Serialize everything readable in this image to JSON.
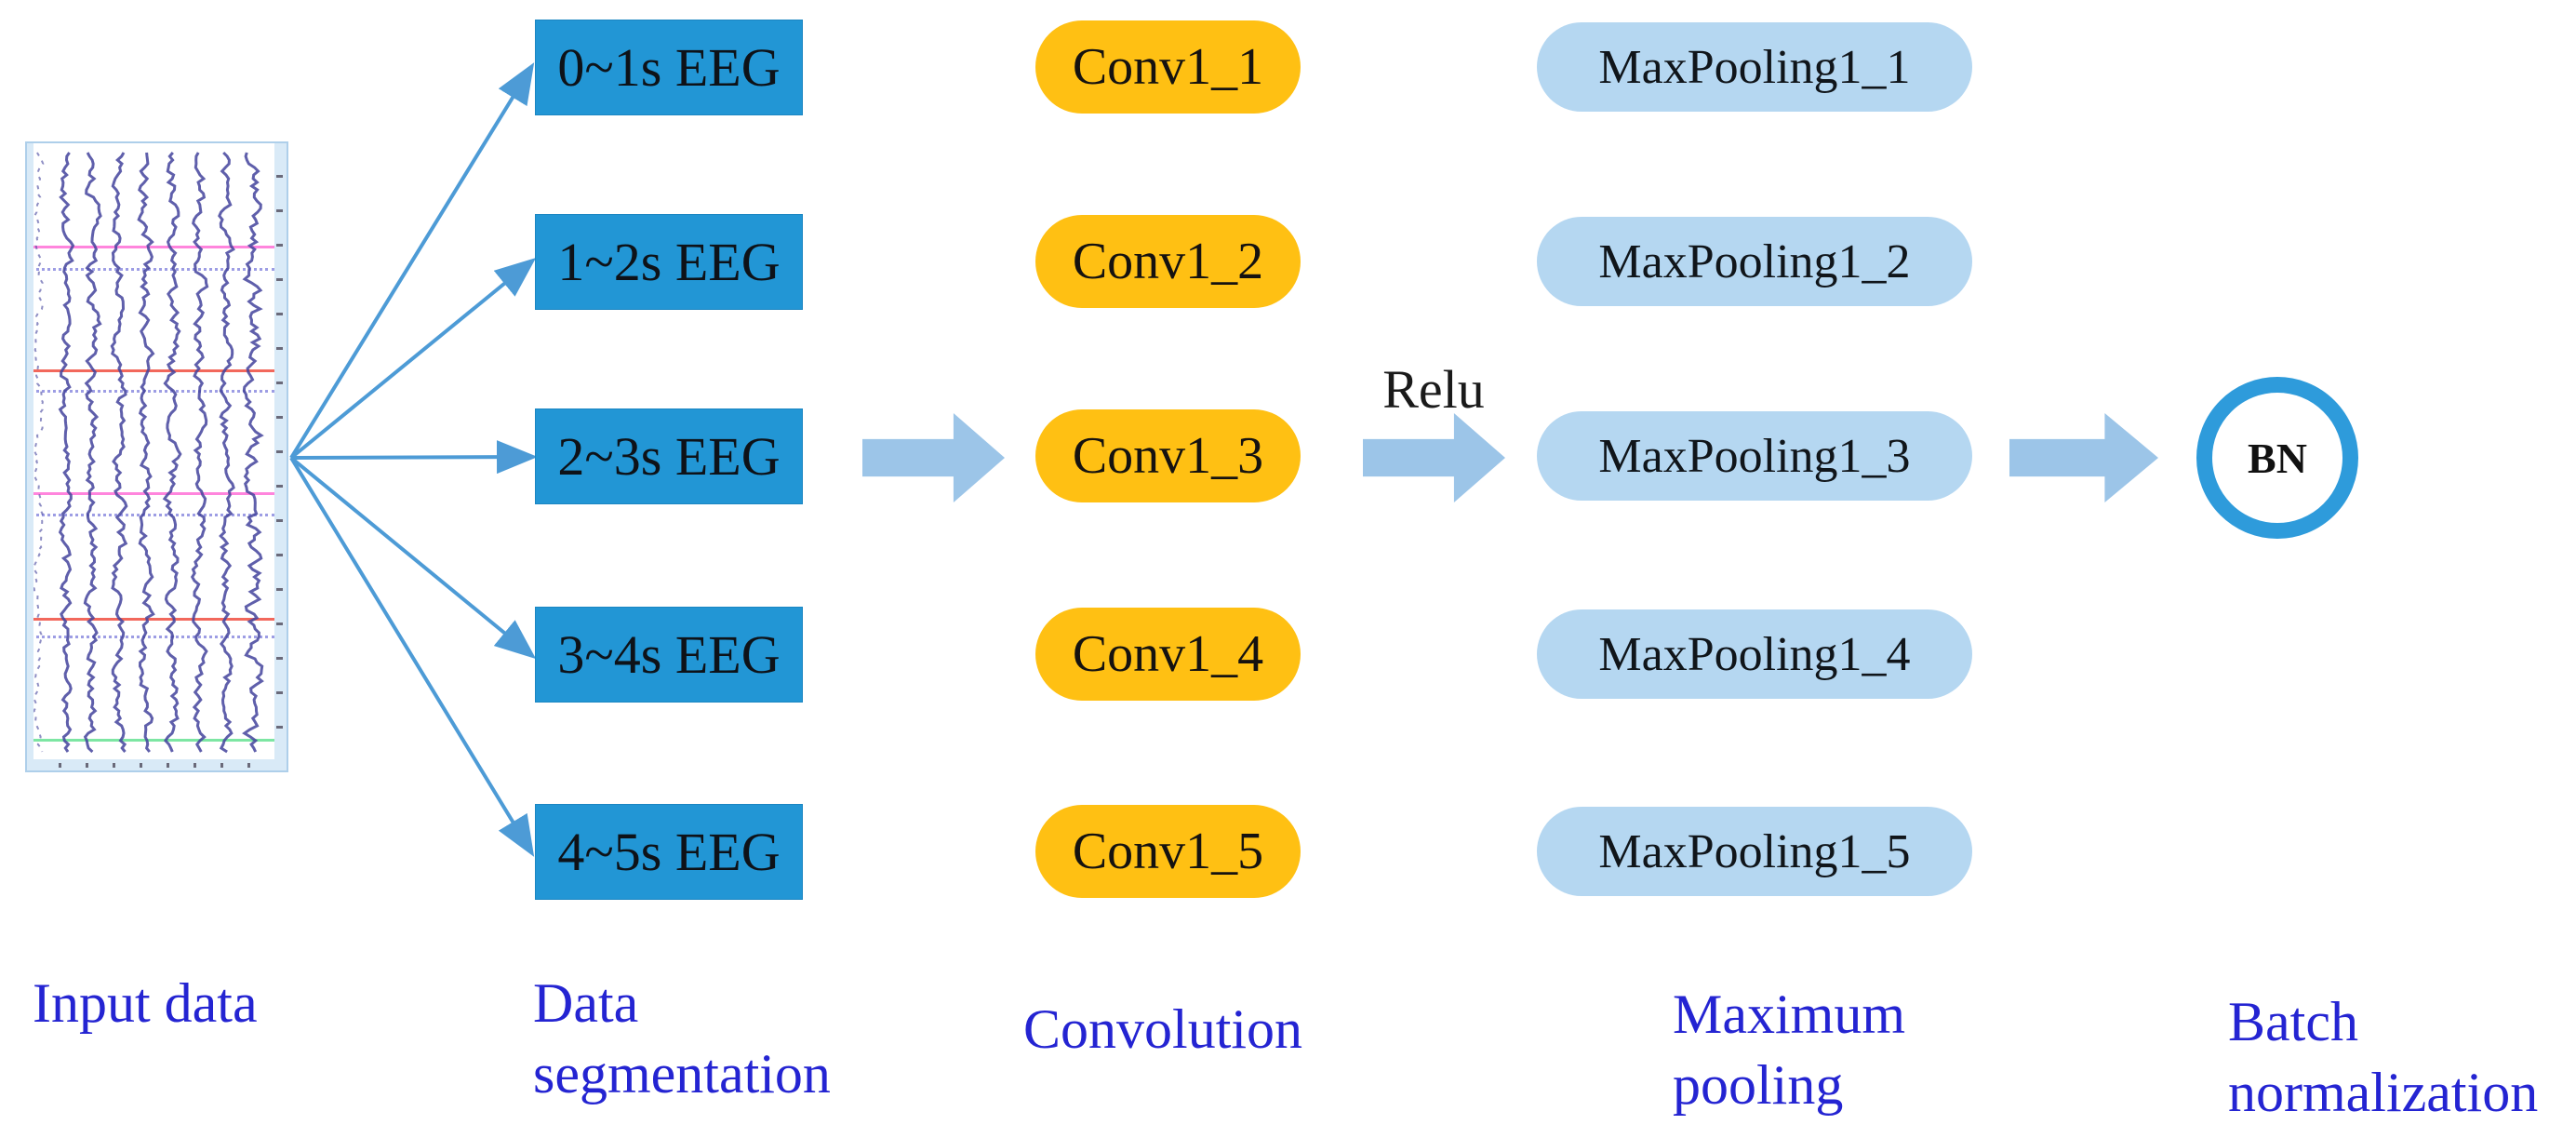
{
  "stage_labels": {
    "input": "Input data",
    "segmentation_line1": "Data",
    "segmentation_line2": "segmentation",
    "convolution": "Convolution",
    "pooling_line1": "Maximum",
    "pooling_line2": "pooling",
    "batchnorm_line1": "Batch",
    "batchnorm_line2": "normalization"
  },
  "segmentation": {
    "boxes": [
      "0~1s EEG",
      "1~2s EEG",
      "2~3s EEG",
      "3~4s EEG",
      "4~5s EEG"
    ]
  },
  "convolution": {
    "pills": [
      "Conv1_1",
      "Conv1_2",
      "Conv1_3",
      "Conv1_4",
      "Conv1_5"
    ]
  },
  "pooling": {
    "pills": [
      "MaxPooling1_1",
      "MaxPooling1_2",
      "MaxPooling1_3",
      "MaxPooling1_4",
      "MaxPooling1_5"
    ]
  },
  "batch_norm": {
    "label": "BN"
  },
  "activation": {
    "label": "Relu"
  },
  "colors": {
    "box-blue": "#2296d5",
    "conv-amber": "#ffc013",
    "pool-blue": "#b5d7f1",
    "flow-arrow": "#9cc5e8",
    "fan-arrow": "#4d9bd6",
    "node-ring": "#2e9bdb",
    "label-blue": "#2424d2",
    "eeg-trace": "#43439c"
  },
  "eeg_panel": {
    "channels": 9,
    "trace_color": "#43439c",
    "hlines": [
      {
        "color": "#ff85dd",
        "frac": 0.163,
        "style": "solid"
      },
      {
        "color": "#9d9de4",
        "frac": 0.199,
        "style": "dashed"
      },
      {
        "color": "#f2685c",
        "frac": 0.361,
        "style": "solid"
      },
      {
        "color": "#9d9de4",
        "frac": 0.393,
        "style": "dashed"
      },
      {
        "color": "#ff85dd",
        "frac": 0.557,
        "style": "solid"
      },
      {
        "color": "#9d9de4",
        "frac": 0.591,
        "style": "dashed"
      },
      {
        "color": "#f2685c",
        "frac": 0.756,
        "style": "solid"
      },
      {
        "color": "#9d9de4",
        "frac": 0.785,
        "style": "dashed"
      },
      {
        "color": "#7de6a3",
        "frac": 0.95,
        "style": "solid"
      }
    ]
  }
}
